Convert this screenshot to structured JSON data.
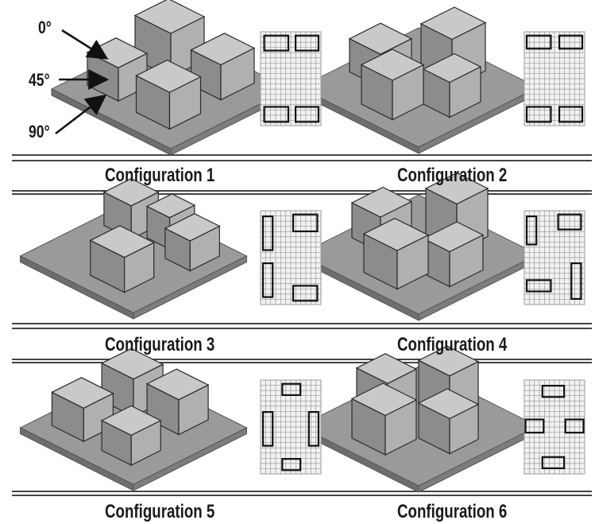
{
  "wind_directions": [
    {
      "label": "0°"
    },
    {
      "label": "45°"
    },
    {
      "label": "90°"
    }
  ],
  "configurations": [
    {
      "label": "Configuration 1"
    },
    {
      "label": "Configuration 2"
    },
    {
      "label": "Configuration 3"
    },
    {
      "label": "Configuration 4"
    },
    {
      "label": "Configuration 5"
    },
    {
      "label": "Configuration 6"
    }
  ],
  "colors": {
    "plate": "#9a9a9a",
    "plate_edge": "#555555",
    "building_top": "#c9c9c9",
    "building_left": "#8c8c8c",
    "building_right": "#b0b0b0",
    "grid_line": "#9a9a9a",
    "footprint": "#111111",
    "separator": "#444444"
  }
}
